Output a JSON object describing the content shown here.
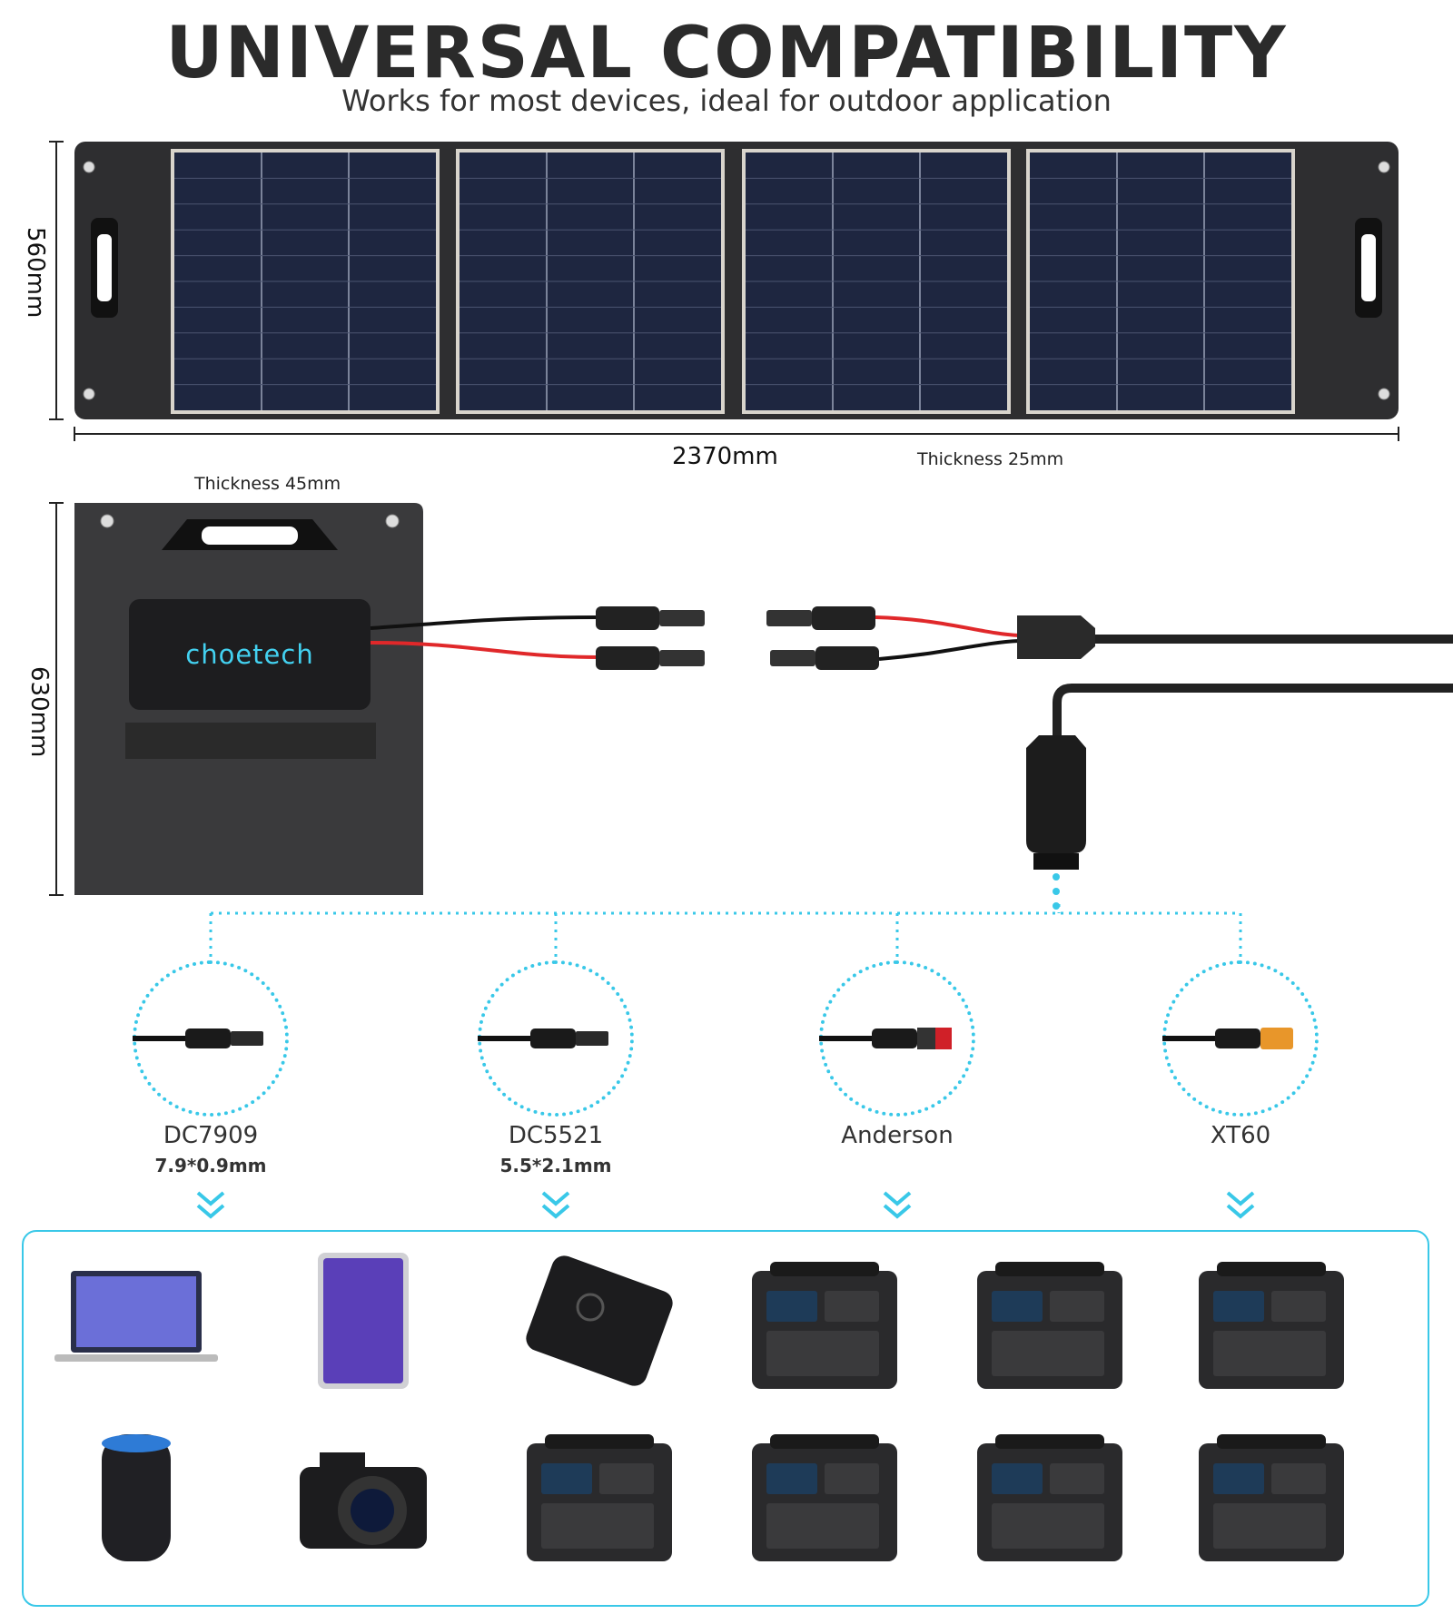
{
  "header": {
    "title": "UNIVERSAL COMPATIBILITY",
    "subtitle": "Works for most devices, ideal for outdoor application"
  },
  "panel_unfolded": {
    "height_label": "560mm",
    "width_label": "2370mm",
    "thickness_label": "Thickness 25mm",
    "cell_count": 4
  },
  "panel_folded": {
    "height_label": "630mm",
    "thickness_label": "Thickness 45mm",
    "brand": "choetech"
  },
  "connectors": [
    {
      "label": "DC7909",
      "sub": "7.9*0.9mm",
      "icon": "dc7909-plug-icon"
    },
    {
      "label": "DC5521",
      "sub": "5.5*2.1mm",
      "icon": "dc5521-plug-icon"
    },
    {
      "label": "Anderson",
      "sub": "",
      "icon": "anderson-plug-icon"
    },
    {
      "label": "XT60",
      "sub": "",
      "icon": "xt60-plug-icon"
    }
  ],
  "devices": [
    {
      "name": "laptop-image",
      "icon": "laptop"
    },
    {
      "name": "tablet-image",
      "icon": "tablet"
    },
    {
      "name": "power-bank-image",
      "icon": "power-bank"
    },
    {
      "name": "power-station-image-1",
      "icon": "power-station"
    },
    {
      "name": "power-station-image-2",
      "icon": "power-station"
    },
    {
      "name": "power-station-image-3",
      "icon": "power-station"
    },
    {
      "name": "smart-speaker-image",
      "icon": "speaker"
    },
    {
      "name": "camera-image",
      "icon": "camera"
    },
    {
      "name": "power-station-image-4",
      "icon": "power-station"
    },
    {
      "name": "power-station-image-5",
      "icon": "power-station"
    },
    {
      "name": "power-station-image-6",
      "icon": "power-station"
    },
    {
      "name": "power-station-image-7",
      "icon": "power-station"
    }
  ],
  "colors": {
    "accent": "#39c8e8",
    "panel_dark": "#2e2e30",
    "cell_blue": "#1e2640",
    "wire_red": "#e0282a"
  }
}
